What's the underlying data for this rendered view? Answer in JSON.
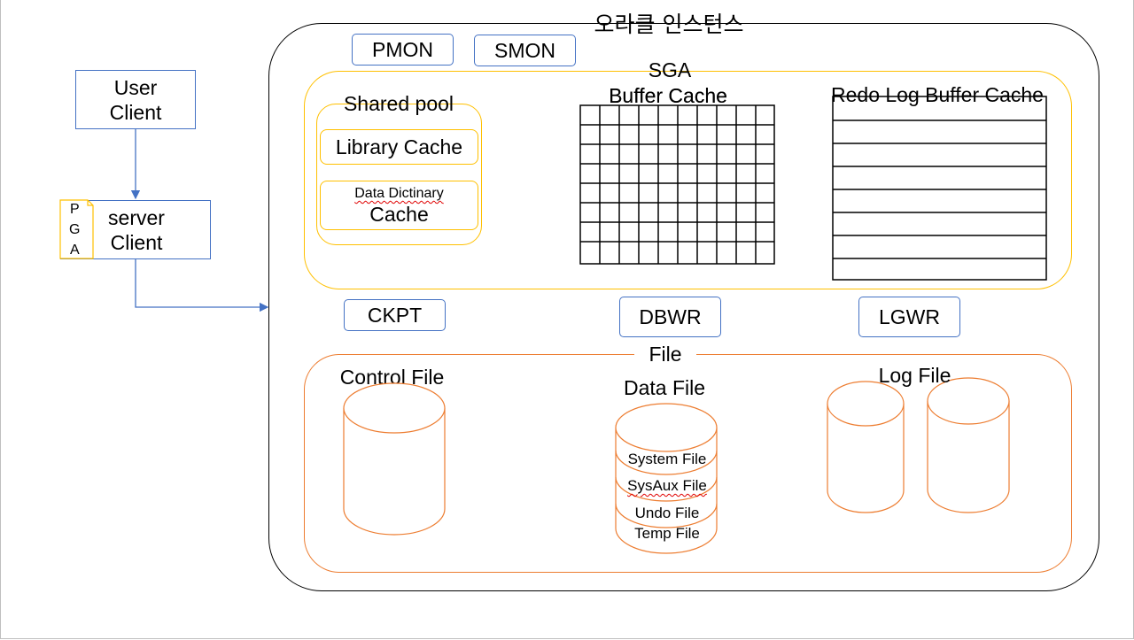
{
  "instance": {
    "title": "오라클 인스턴스"
  },
  "clients": {
    "user_client": [
      "User",
      "Client"
    ],
    "server_client": [
      "server",
      "Client"
    ],
    "pga": [
      "P",
      "G",
      "A"
    ]
  },
  "processes": {
    "pmon": "PMON",
    "smon": "SMON",
    "ckpt": "CKPT",
    "dbwr": "DBWR",
    "lgwr": "LGWR"
  },
  "sga": {
    "title": "SGA",
    "shared_pool": {
      "title": "Shared pool",
      "library_cache": "Library Cache",
      "data_dictionary_cache": [
        "Data Dictinary",
        "Cache"
      ]
    },
    "buffer_cache": {
      "title": "Buffer Cache"
    },
    "redo_log_buffer_cache": {
      "title": "Redo Log Buffer Cache"
    }
  },
  "files": {
    "title": "File",
    "control_file": "Control File",
    "data_file": {
      "title": "Data File",
      "parts": [
        "System File",
        "SysAux File",
        "Undo File",
        "Temp File"
      ]
    },
    "log_file": "Log File"
  },
  "colors": {
    "blue": "#4472c4",
    "yellow": "#ffc000",
    "orange": "#ed7d31",
    "red_squiggle": "#e00000"
  }
}
